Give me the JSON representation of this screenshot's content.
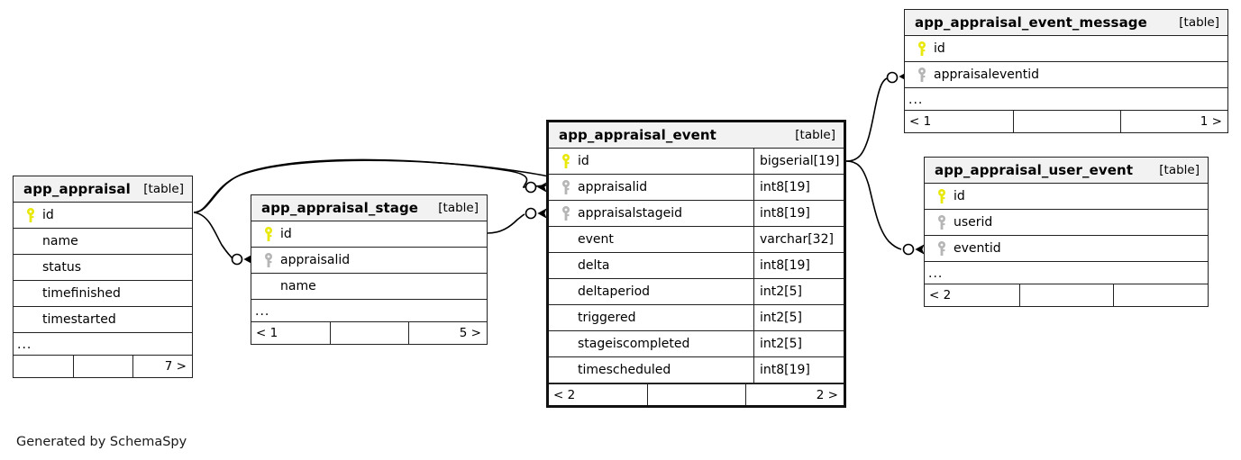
{
  "diagram": {
    "caption": "Generated by SchemaSpy",
    "kind_label": "[table]",
    "ellipsis": "...",
    "icons": {
      "primary_key": "key-icon",
      "foreign_key": "key-icon"
    },
    "colors": {
      "primary_key": "#e8e80c",
      "foreign_key": "#b5b5b5",
      "header_background": "#f2f2f2",
      "border": "#222222",
      "edge": "#000000",
      "background": "#ffffff"
    }
  },
  "tables": {
    "app_appraisal": {
      "name": "app_appraisal",
      "kind": "[table]",
      "columns": [
        {
          "name": "id",
          "type": "",
          "key": "primary"
        },
        {
          "name": "name",
          "type": "",
          "key": "none"
        },
        {
          "name": "status",
          "type": "",
          "key": "none"
        },
        {
          "name": "timefinished",
          "type": "",
          "key": "none"
        },
        {
          "name": "timestarted",
          "type": "",
          "key": "none"
        }
      ],
      "more": "...",
      "footer": {
        "left": "",
        "middle": "",
        "right": "7 >"
      }
    },
    "app_appraisal_stage": {
      "name": "app_appraisal_stage",
      "kind": "[table]",
      "columns": [
        {
          "name": "id",
          "type": "",
          "key": "primary"
        },
        {
          "name": "appraisalid",
          "type": "",
          "key": "foreign"
        },
        {
          "name": "name",
          "type": "",
          "key": "none"
        }
      ],
      "more": "...",
      "footer": {
        "left": "< 1",
        "middle": "",
        "right": "5 >"
      }
    },
    "app_appraisal_event": {
      "name": "app_appraisal_event",
      "kind": "[table]",
      "columns": [
        {
          "name": "id",
          "type": "bigserial[19]",
          "key": "primary"
        },
        {
          "name": "appraisalid",
          "type": "int8[19]",
          "key": "foreign"
        },
        {
          "name": "appraisalstageid",
          "type": "int8[19]",
          "key": "foreign"
        },
        {
          "name": "event",
          "type": "varchar[32]",
          "key": "none"
        },
        {
          "name": "delta",
          "type": "int8[19]",
          "key": "none"
        },
        {
          "name": "deltaperiod",
          "type": "int2[5]",
          "key": "none"
        },
        {
          "name": "triggered",
          "type": "int2[5]",
          "key": "none"
        },
        {
          "name": "stageiscompleted",
          "type": "int2[5]",
          "key": "none"
        },
        {
          "name": "timescheduled",
          "type": "int8[19]",
          "key": "none"
        }
      ],
      "more": null,
      "footer": {
        "left": "< 2",
        "middle": "",
        "right": "2 >"
      }
    },
    "app_appraisal_event_message": {
      "name": "app_appraisal_event_message",
      "kind": "[table]",
      "columns": [
        {
          "name": "id",
          "type": "",
          "key": "primary"
        },
        {
          "name": "appraisaleventid",
          "type": "",
          "key": "foreign"
        }
      ],
      "more": "...",
      "footer": {
        "left": "< 1",
        "middle": "",
        "right": "1 >"
      }
    },
    "app_appraisal_user_event": {
      "name": "app_appraisal_user_event",
      "kind": "[table]",
      "columns": [
        {
          "name": "id",
          "type": "",
          "key": "primary"
        },
        {
          "name": "userid",
          "type": "",
          "key": "foreign"
        },
        {
          "name": "eventid",
          "type": "",
          "key": "foreign"
        }
      ],
      "more": "...",
      "footer": {
        "left": "< 2",
        "middle": "",
        "right": ""
      }
    }
  },
  "relationships": [
    {
      "from": "app_appraisal.id",
      "to": "app_appraisal_event.appraisalid"
    },
    {
      "from": "app_appraisal.id",
      "to": "app_appraisal_stage.appraisalid"
    },
    {
      "from": "app_appraisal_stage.id",
      "to": "app_appraisal_event.appraisalstageid"
    },
    {
      "from": "app_appraisal_event.id",
      "to": "app_appraisal_event_message.appraisaleventid"
    },
    {
      "from": "app_appraisal_event.id",
      "to": "app_appraisal_user_event.eventid"
    }
  ]
}
